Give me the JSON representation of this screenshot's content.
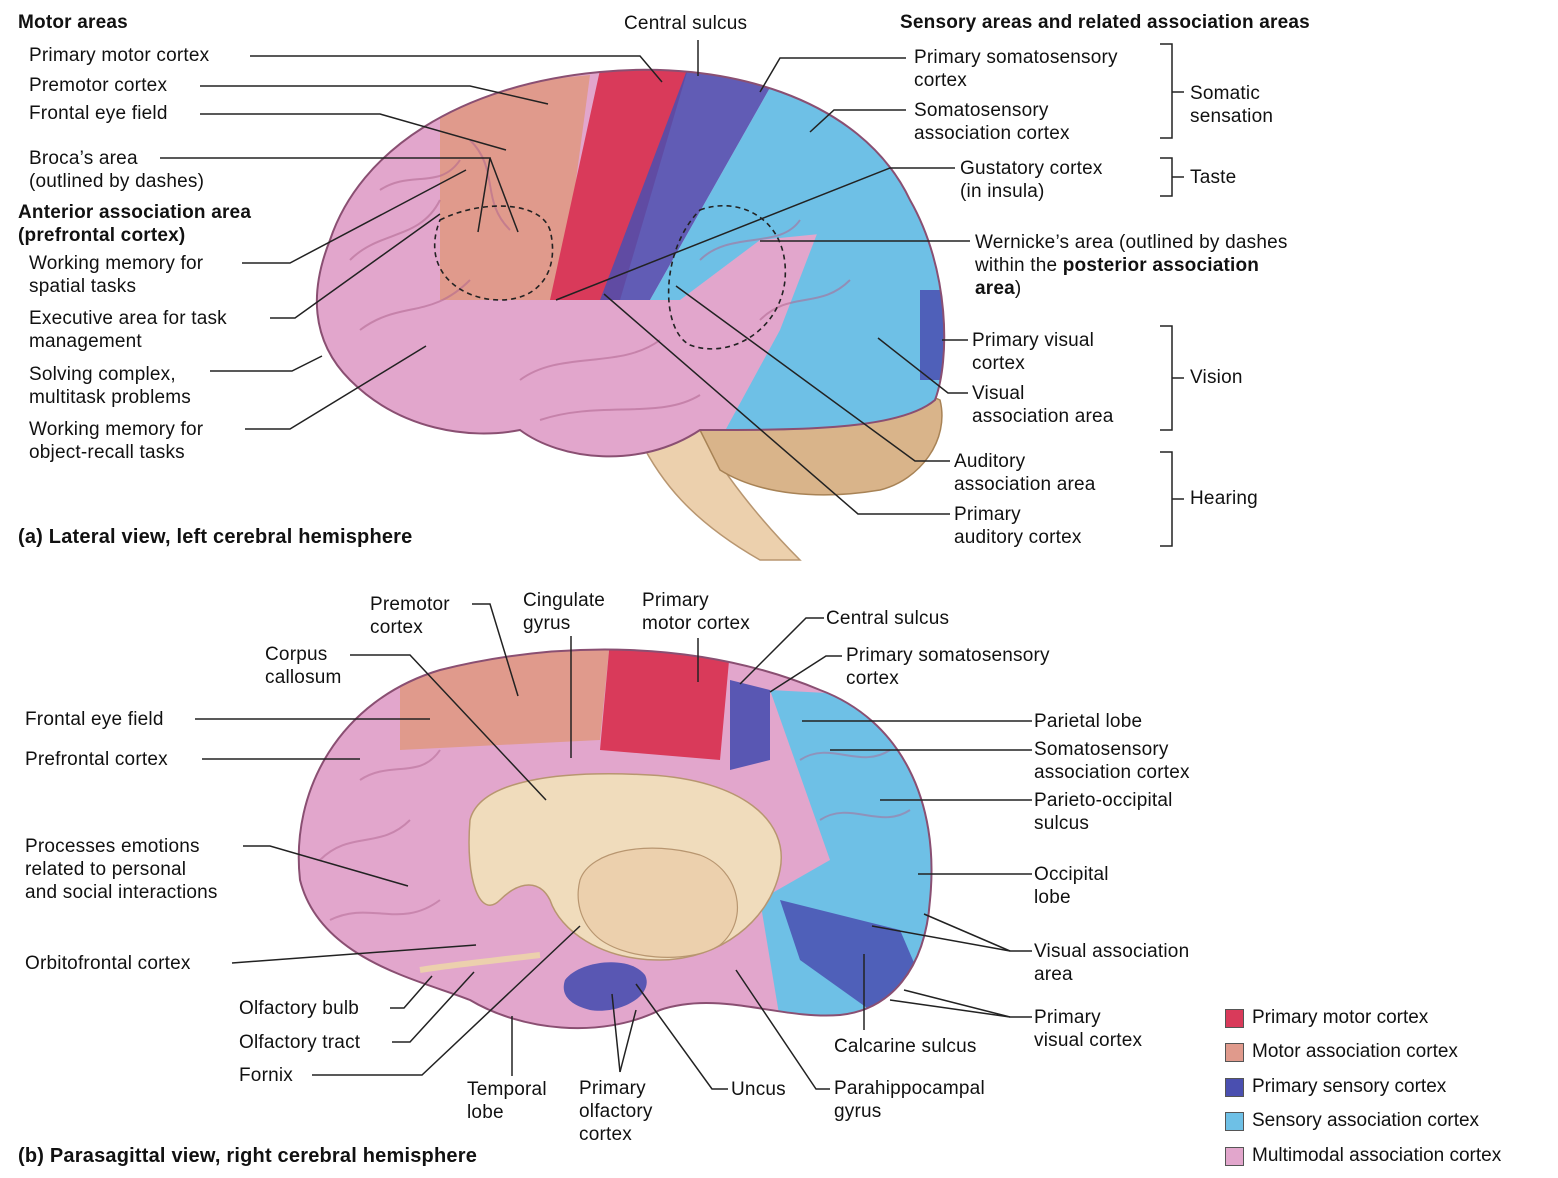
{
  "colors": {
    "primary_motor": "#d93a5a",
    "motor_association": "#e09a8c",
    "primary_sensory": "#4a4fb0",
    "sensory_association": "#6ec0e6",
    "multimodal_association": "#e2a6cc",
    "cerebellum": "#d9b48a",
    "brainstem": "#ecd0ad",
    "corpus_callosum": "#f0dcbc"
  },
  "view_a": {
    "caption": "(a) Lateral view, left cerebral hemisphere",
    "motor_header": "Motor areas",
    "central_sulcus": "Central sulcus",
    "sensory_header": "Sensory areas and related association areas",
    "left_labels": {
      "primary_motor": "Primary motor cortex",
      "premotor": "Premotor cortex",
      "frontal_eye": "Frontal eye field",
      "broca_1": "Broca’s area",
      "broca_2": "(outlined by dashes)",
      "anterior_1": "Anterior association area",
      "anterior_2": "(prefrontal cortex)",
      "wm_spatial_1": "Working memory for",
      "wm_spatial_2": "spatial tasks",
      "exec_1": "Executive area for task",
      "exec_2": "management",
      "solving_1": "Solving complex,",
      "solving_2": "multitask problems",
      "wm_object_1": "Working memory for",
      "wm_object_2": "object-recall tasks"
    },
    "right_labels": {
      "somato_1": "Primary somatosensory",
      "somato_2": "cortex",
      "somato_assoc_1": "Somatosensory",
      "somato_assoc_2": "association cortex",
      "gustatory_1": "Gustatory cortex",
      "gustatory_2": "(in insula)",
      "wernicke_1": "Wernicke’s area (outlined by dashes",
      "wernicke_2a": "within the ",
      "wernicke_2b": "posterior association",
      "wernicke_3": "area",
      "wernicke_3b": ")",
      "visual_1": "Primary visual",
      "visual_2": "cortex",
      "visual_assoc_1": "Visual",
      "visual_assoc_2": "association area",
      "aud_assoc_1": "Auditory",
      "aud_assoc_2": "association area",
      "aud_primary_1": "Primary",
      "aud_primary_2": "auditory cortex"
    },
    "groups": {
      "somatic_1": "Somatic",
      "somatic_2": "sensation",
      "taste": "Taste",
      "vision": "Vision",
      "hearing": "Hearing"
    }
  },
  "view_b": {
    "caption": "(b) Parasagittal view, right cerebral hemisphere",
    "labels": {
      "premotor_1": "Premotor",
      "premotor_2": "cortex",
      "cingulate_1": "Cingulate",
      "cingulate_2": "gyrus",
      "primary_motor_1": "Primary",
      "primary_motor_2": "motor cortex",
      "central_sulcus": "Central sulcus",
      "corpus_1": "Corpus",
      "corpus_2": "callosum",
      "somato_1": "Primary somatosensory",
      "somato_2": "cortex",
      "frontal_eye": "Frontal eye field",
      "prefrontal": "Prefrontal cortex",
      "parietal": "Parietal lobe",
      "somato_assoc_1": "Somatosensory",
      "somato_assoc_2": "association cortex",
      "parieto_1": "Parieto-occipital",
      "parieto_2": "sulcus",
      "emotions_1": "Processes emotions",
      "emotions_2": "related to personal",
      "emotions_3": "and social interactions",
      "occipital_1": "Occipital",
      "occipital_2": "lobe",
      "orbitofrontal": "Orbitofrontal cortex",
      "visual_assoc_1": "Visual association",
      "visual_assoc_2": "area",
      "olf_bulb": "Olfactory bulb",
      "olf_tract": "Olfactory tract",
      "fornix": "Fornix",
      "primary_visual_1": "Primary",
      "primary_visual_2": "visual cortex",
      "calcarine": "Calcarine sulcus",
      "temporal_1": "Temporal",
      "temporal_2": "lobe",
      "olf_cortex_1": "Primary",
      "olf_cortex_2": "olfactory",
      "olf_cortex_3": "cortex",
      "uncus": "Uncus",
      "parahippo_1": "Parahippocampal",
      "parahippo_2": "gyrus"
    }
  },
  "legend": [
    {
      "label": "Primary motor cortex",
      "color": "#d93a5a"
    },
    {
      "label": "Motor association cortex",
      "color": "#e09a8c"
    },
    {
      "label": "Primary sensory cortex",
      "color": "#4a4fb0"
    },
    {
      "label": "Sensory association cortex",
      "color": "#6ec0e6"
    },
    {
      "label": "Multimodal association cortex",
      "color": "#e2a6cc"
    }
  ]
}
